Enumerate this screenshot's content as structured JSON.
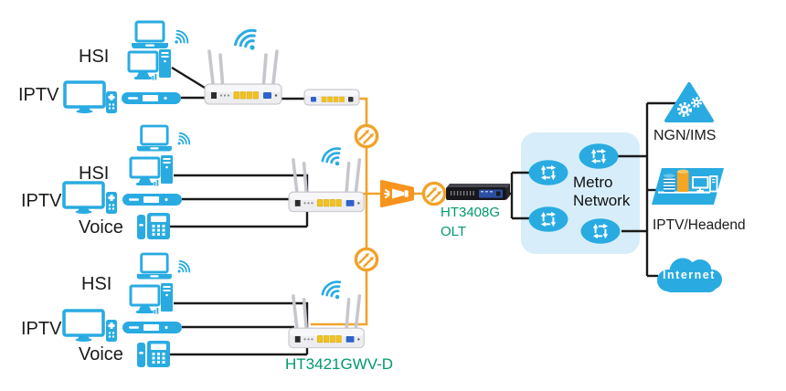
{
  "customer_groups": [
    {
      "hsi_label": "HSI",
      "iptv_label": "IPTV"
    },
    {
      "hsi_label": "HSI",
      "iptv_label": "IPTV",
      "voice_label": "Voice"
    },
    {
      "hsi_label": "HSI",
      "iptv_label": "IPTV",
      "voice_label": "Voice"
    }
  ],
  "devices": {
    "olt_model": "HT3408G",
    "olt_type": "OLT",
    "gateway_model": "HT3421GWV-D"
  },
  "core": {
    "metro_line1": "Metro",
    "metro_line2": "Network"
  },
  "services": {
    "ngn_label": "NGN/IMS",
    "headend_label": "IPTV/Headend",
    "internet_label": "Internet"
  },
  "colors": {
    "device_cyan": "#29ABE2",
    "fiber_orange": "#F2A229",
    "splitter_orange": "#F7941E",
    "model_green": "#009970",
    "metro_cloud_bg": "#D7EEFA",
    "cable_black": "#1A1A1A"
  }
}
